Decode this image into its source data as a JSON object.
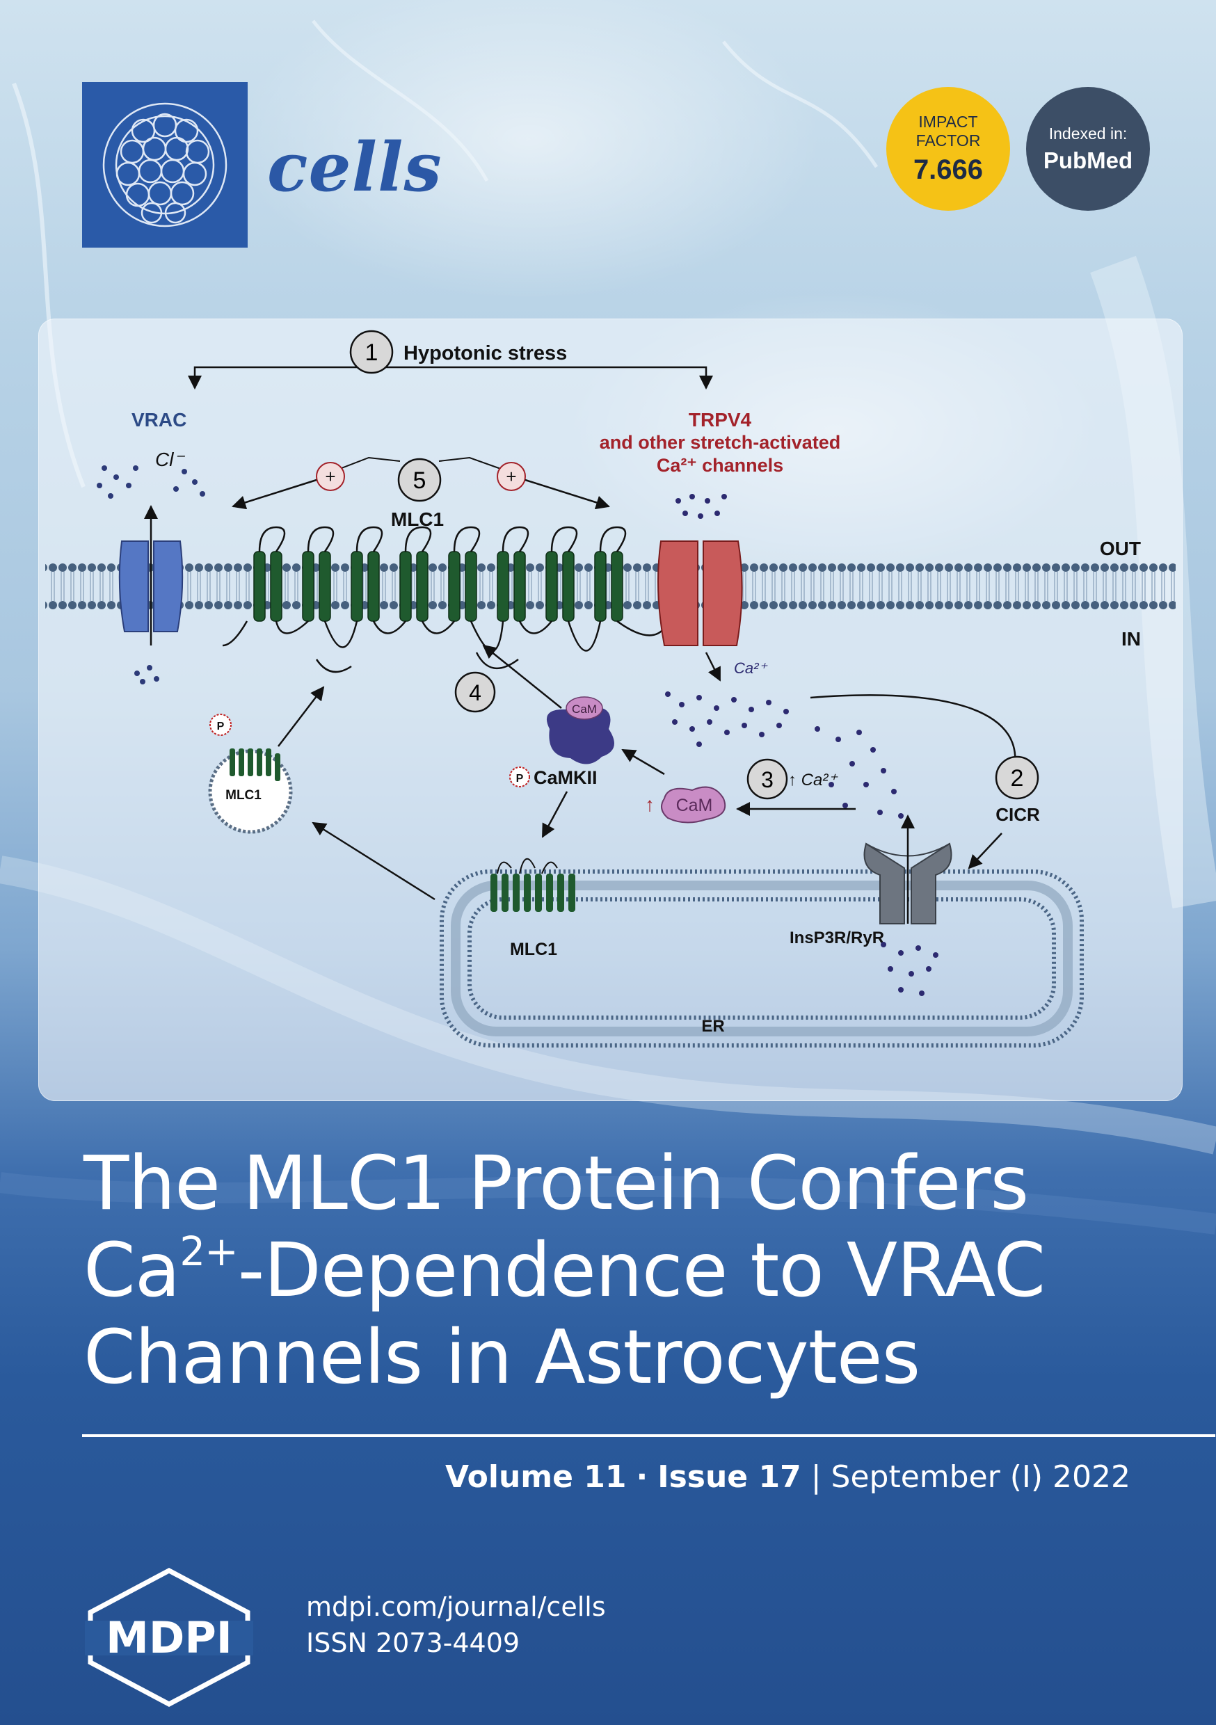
{
  "journal": {
    "name": "cells"
  },
  "badges": {
    "impact_factor": {
      "line1": "IMPACT",
      "line2": "FACTOR",
      "value": "7.666"
    },
    "indexed": {
      "line1": "Indexed in:",
      "value": "PubMed"
    }
  },
  "figure": {
    "hypotonic_stress": "Hypotonic stress",
    "vrac": "VRAC",
    "cl": "Cl⁻",
    "trpv4_line1": "TRPV4",
    "trpv4_line2": "and other stretch-activated",
    "trpv4_line3": "Ca²⁺ channels",
    "mlc1_top": "MLC1",
    "out": "OUT",
    "in": "IN",
    "ca_label": "Ca²⁺",
    "cicr": "CICR",
    "cam_small": "CaM",
    "camkii": "CaMKII",
    "cam": "CaM",
    "up_ca": "↑ Ca²⁺",
    "up_cam": "↑",
    "mlc1_vesicle": "MLC1",
    "mlc1_er": "MLC1",
    "insp3r": "InsP3R/RyR",
    "er": "ER",
    "p": "P",
    "plus": "+",
    "steps": [
      "1",
      "2",
      "3",
      "4",
      "5"
    ]
  },
  "article": {
    "title_line1": "The MLC1 Protein Confers",
    "title_line2_a": "Ca",
    "title_line2_sup": "2+",
    "title_line2_b": "-Dependence to VRAC",
    "title_line3": "Channels in Astrocytes"
  },
  "issue": {
    "volume": "Volume 11",
    "separator": "·",
    "issue": "Issue 17",
    "bar": "|",
    "date": "September (I) 2022"
  },
  "publisher": {
    "name": "MDPI"
  },
  "footer": {
    "url": "mdpi.com/journal/cells",
    "issn": "ISSN 2073-4409"
  },
  "colors": {
    "brand_blue": "#2b58a6",
    "impact_yellow": "#f5c216",
    "pubmed_slate": "#3c4e66",
    "trpv4_red": "#a3222a",
    "mlc1_green": "#1f5a2e",
    "vrac_blue": "#5577c4",
    "cam_pink": "#c98cc5",
    "camkii_purple": "#3c3a86"
  }
}
